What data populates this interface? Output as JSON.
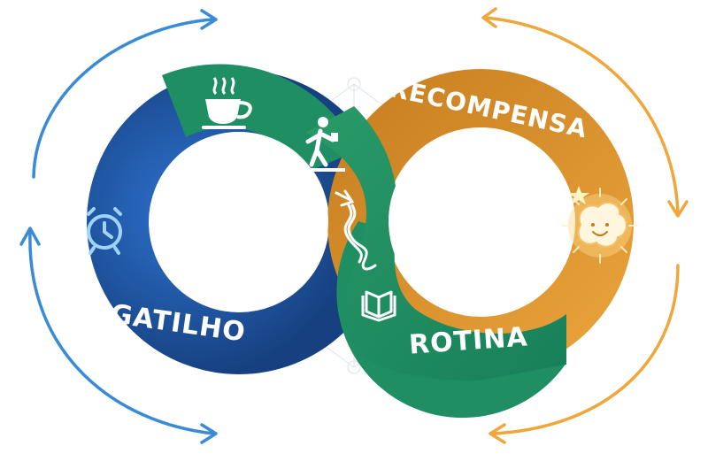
{
  "labels": {
    "trigger": "GATILHO",
    "routine": "ROTINA",
    "reward": "RECOMPENSA"
  },
  "icons": {
    "trigger": "alarm-clock-icon",
    "coffee": "coffee-cup-icon",
    "walking": "person-walking-icon",
    "path": "winding-path-icon",
    "book": "open-book-icon",
    "brain": "happy-brain-icon",
    "star": "star-icon"
  },
  "colors": {
    "trigger": "#1c4fa0",
    "routine": "#1f8e63",
    "reward": "#d98f25",
    "arrow_blue": "#3a8bd6",
    "arrow_orange": "#f0a63a"
  }
}
